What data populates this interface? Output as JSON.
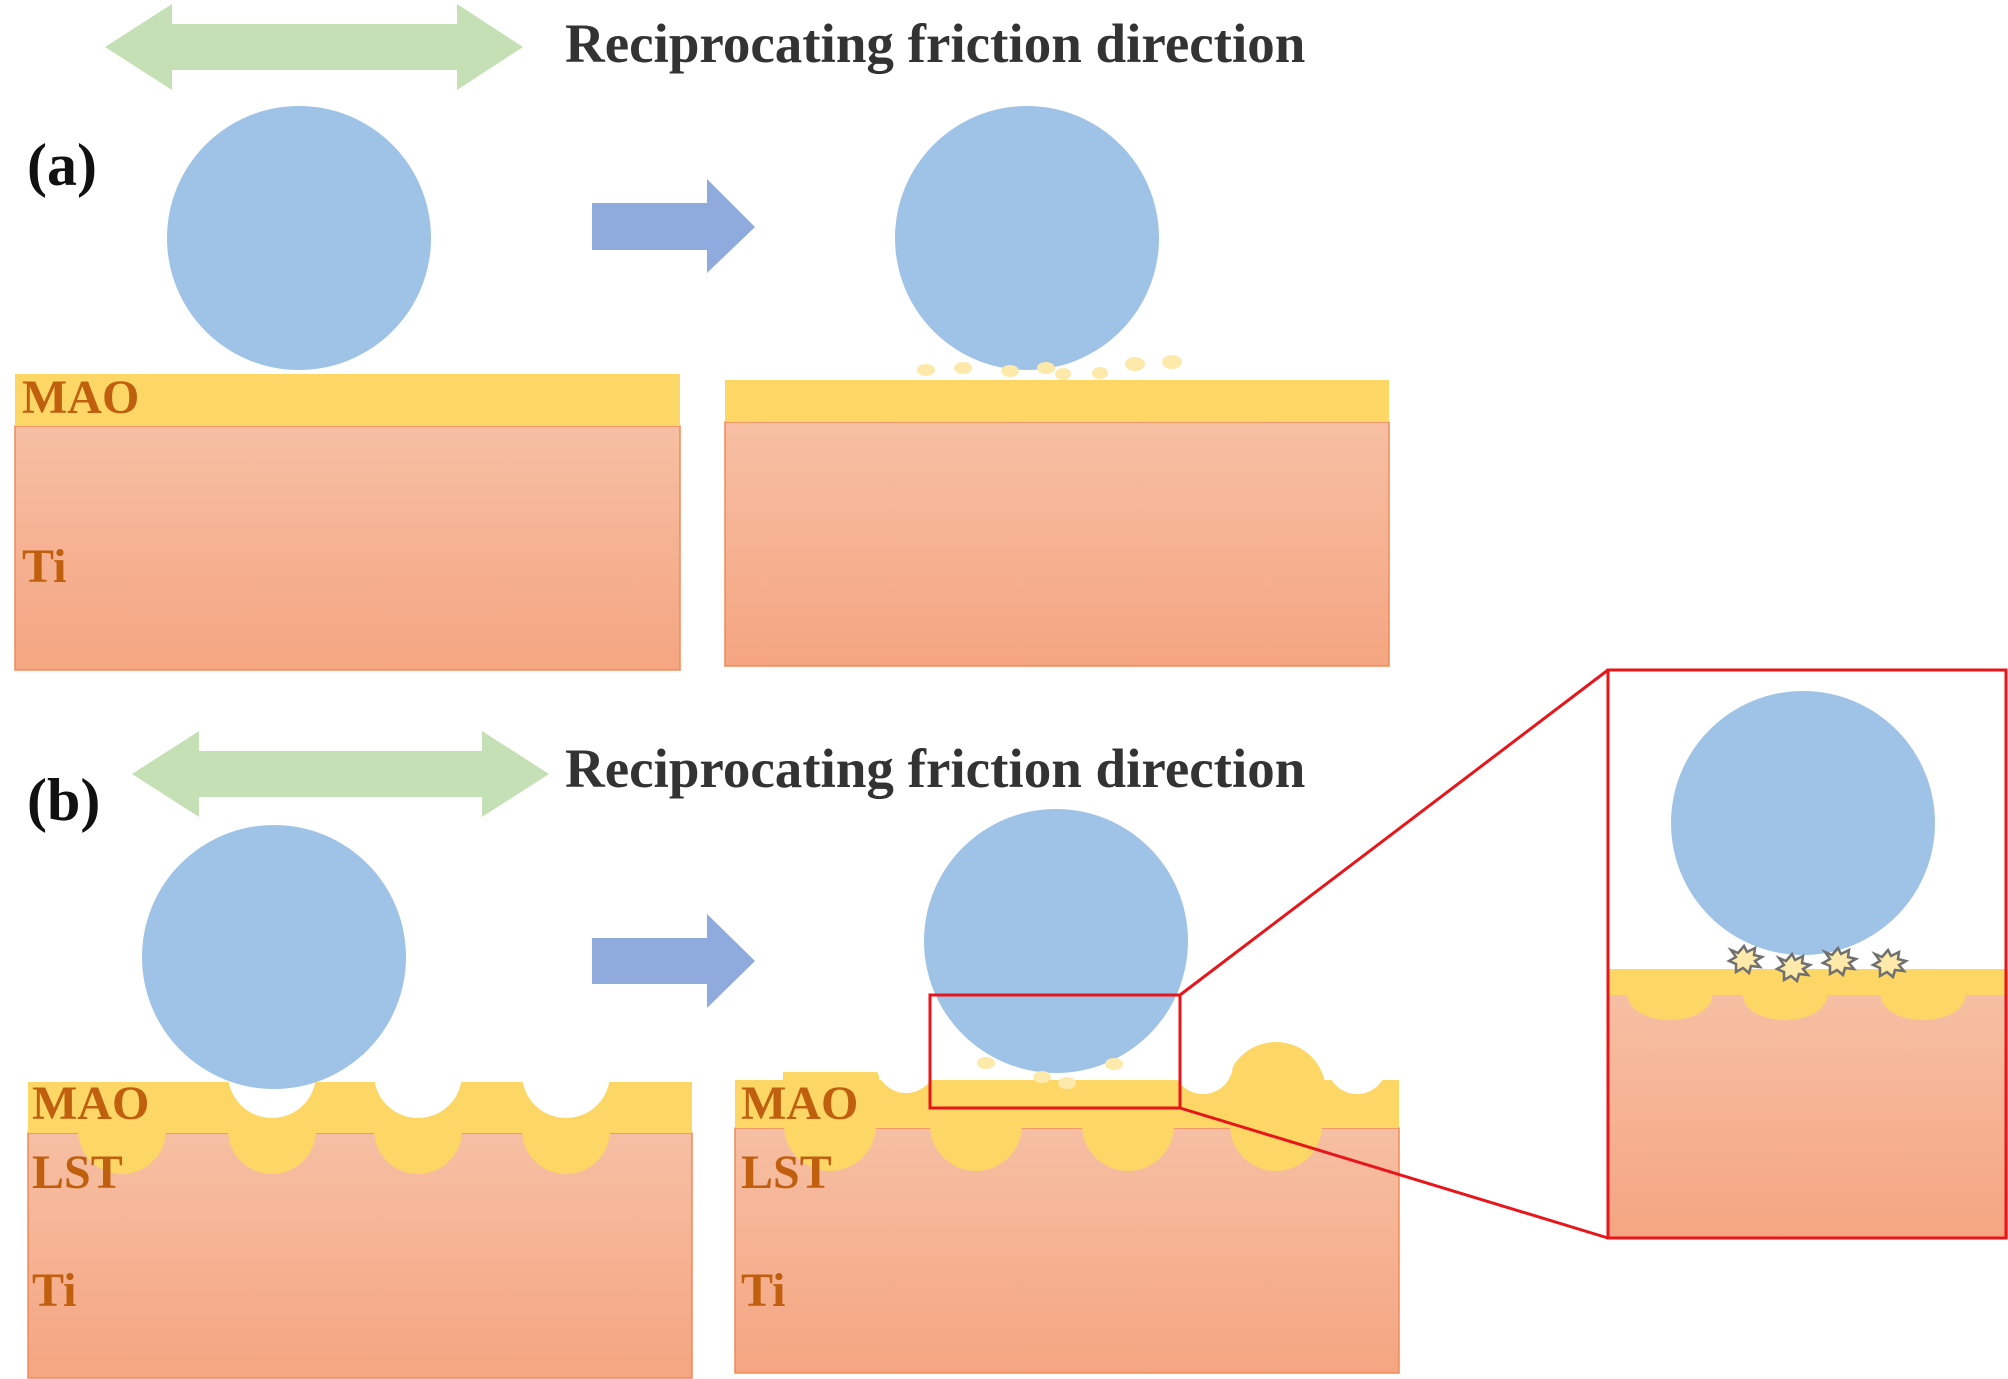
{
  "panels": {
    "a": {
      "label": "(a)",
      "direction_label": "Reciprocating friction direction",
      "layers": {
        "mao": "MAO",
        "ti": "Ti"
      }
    },
    "b": {
      "label": "(b)",
      "direction_label": "Reciprocating friction direction",
      "layers": {
        "mao_left": "MAO",
        "lst_left": "LST",
        "ti_left": "Ti",
        "mao_right": "MAO",
        "lst_right": "LST",
        "ti_right": "Ti"
      }
    }
  },
  "colors": {
    "ball": "#9fc3e6",
    "mao_coating": "#fdd765",
    "substrate_top": "#f6bfa3",
    "substrate_bottom": "#f5a581",
    "process_arrow": "#8faadc",
    "direction_arrow": "#c5e0b4",
    "zoom_box": "#e8161a",
    "layer_text": "#c0600f",
    "debris": "#fde9a9"
  }
}
